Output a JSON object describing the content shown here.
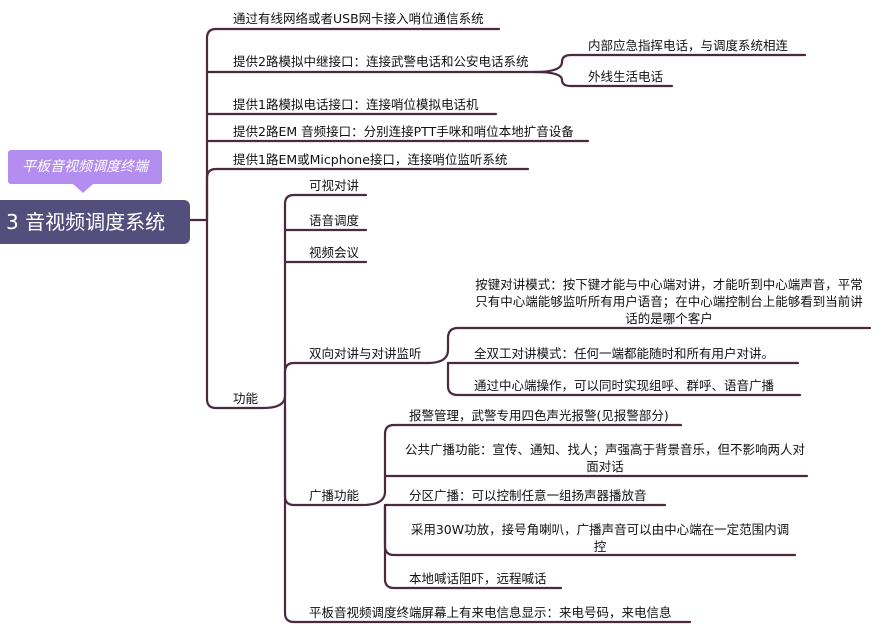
{
  "root": {
    "label": "3 音视频调度系统"
  },
  "callout": {
    "label": "平板音视频调度终端"
  },
  "branches": {
    "b1": "通过有线网络或者USB网卡接入哨位通信系统",
    "b2": "提供2路模拟中继接口：连接武警电话和公安电话系统",
    "b2_1": "内部应急指挥电话，与调度系统相连",
    "b2_2": "外线生活电话",
    "b3": "提供1路模拟电话接口：连接哨位模拟电话机",
    "b4": "提供2路EM 音频接口：分别连接PTT手咪和哨位本地扩音设备",
    "b5": "提供1路EM或Micphone接口，连接哨位监听系统",
    "func": "功能",
    "f1": "可视对讲",
    "f2": "语音调度",
    "f3": "视频会议",
    "f4": "双向对讲与对讲监听",
    "f4_1": "按键对讲模式：按下键才能与中心端对讲，才能听到中心端声音，平常只有中心端能够监听所有用户语音；在中心端控制台上能够看到当前讲话的是哪个客户",
    "f4_2": "全双工对讲模式：任何一端都能随时和所有用户对讲。",
    "f4_3": "通过中心端操作，可以同时实现组呼、群呼、语音广播",
    "f5": "广播功能",
    "f5_1": "报警管理，武警专用四色声光报警(见报警部分)",
    "f5_2": "公共广播功能：宣传、通知、找人；声强高于背景音乐，但不影响两人对面对话",
    "f5_3": "分区广播：可以控制任意一组扬声器播放音",
    "f5_4": "采用30W功放，接号角喇叭，广播声音可以由中心端在一定范围内调控",
    "f5_5": "本地喊话阻吓，远程喊话",
    "f6": "平板音视频调度终端屏幕上有来电信息显示：来电号码，来电信息"
  },
  "colors": {
    "line": "#4b2a3e",
    "root_bg": "#544e7c",
    "callout_bg": "#b48df0"
  }
}
